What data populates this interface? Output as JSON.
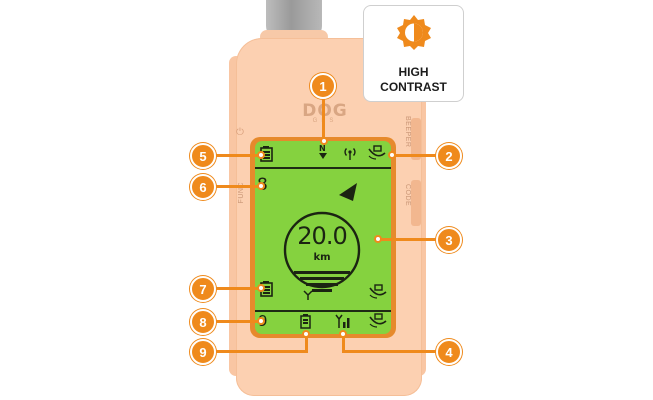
{
  "mode_card": {
    "icon": "contrast-sun-icon",
    "line1": "HIGH",
    "line2": "CONTRAST",
    "accent": "#ef8a1c"
  },
  "device": {
    "logo": "DOG",
    "logo_sub": "GPS",
    "beeper_label": "BEEPER",
    "code_label": "CODE",
    "func_label": "FUNC",
    "body_color": "#fcd0b1"
  },
  "display": {
    "background": "#85d23f",
    "compass_letter": "N",
    "top_left_number": "8",
    "distance_value": "20.0",
    "distance_unit": "km",
    "bottom_left_number": "9"
  },
  "callouts": [
    "1",
    "2",
    "3",
    "4",
    "5",
    "6",
    "7",
    "8",
    "9"
  ]
}
